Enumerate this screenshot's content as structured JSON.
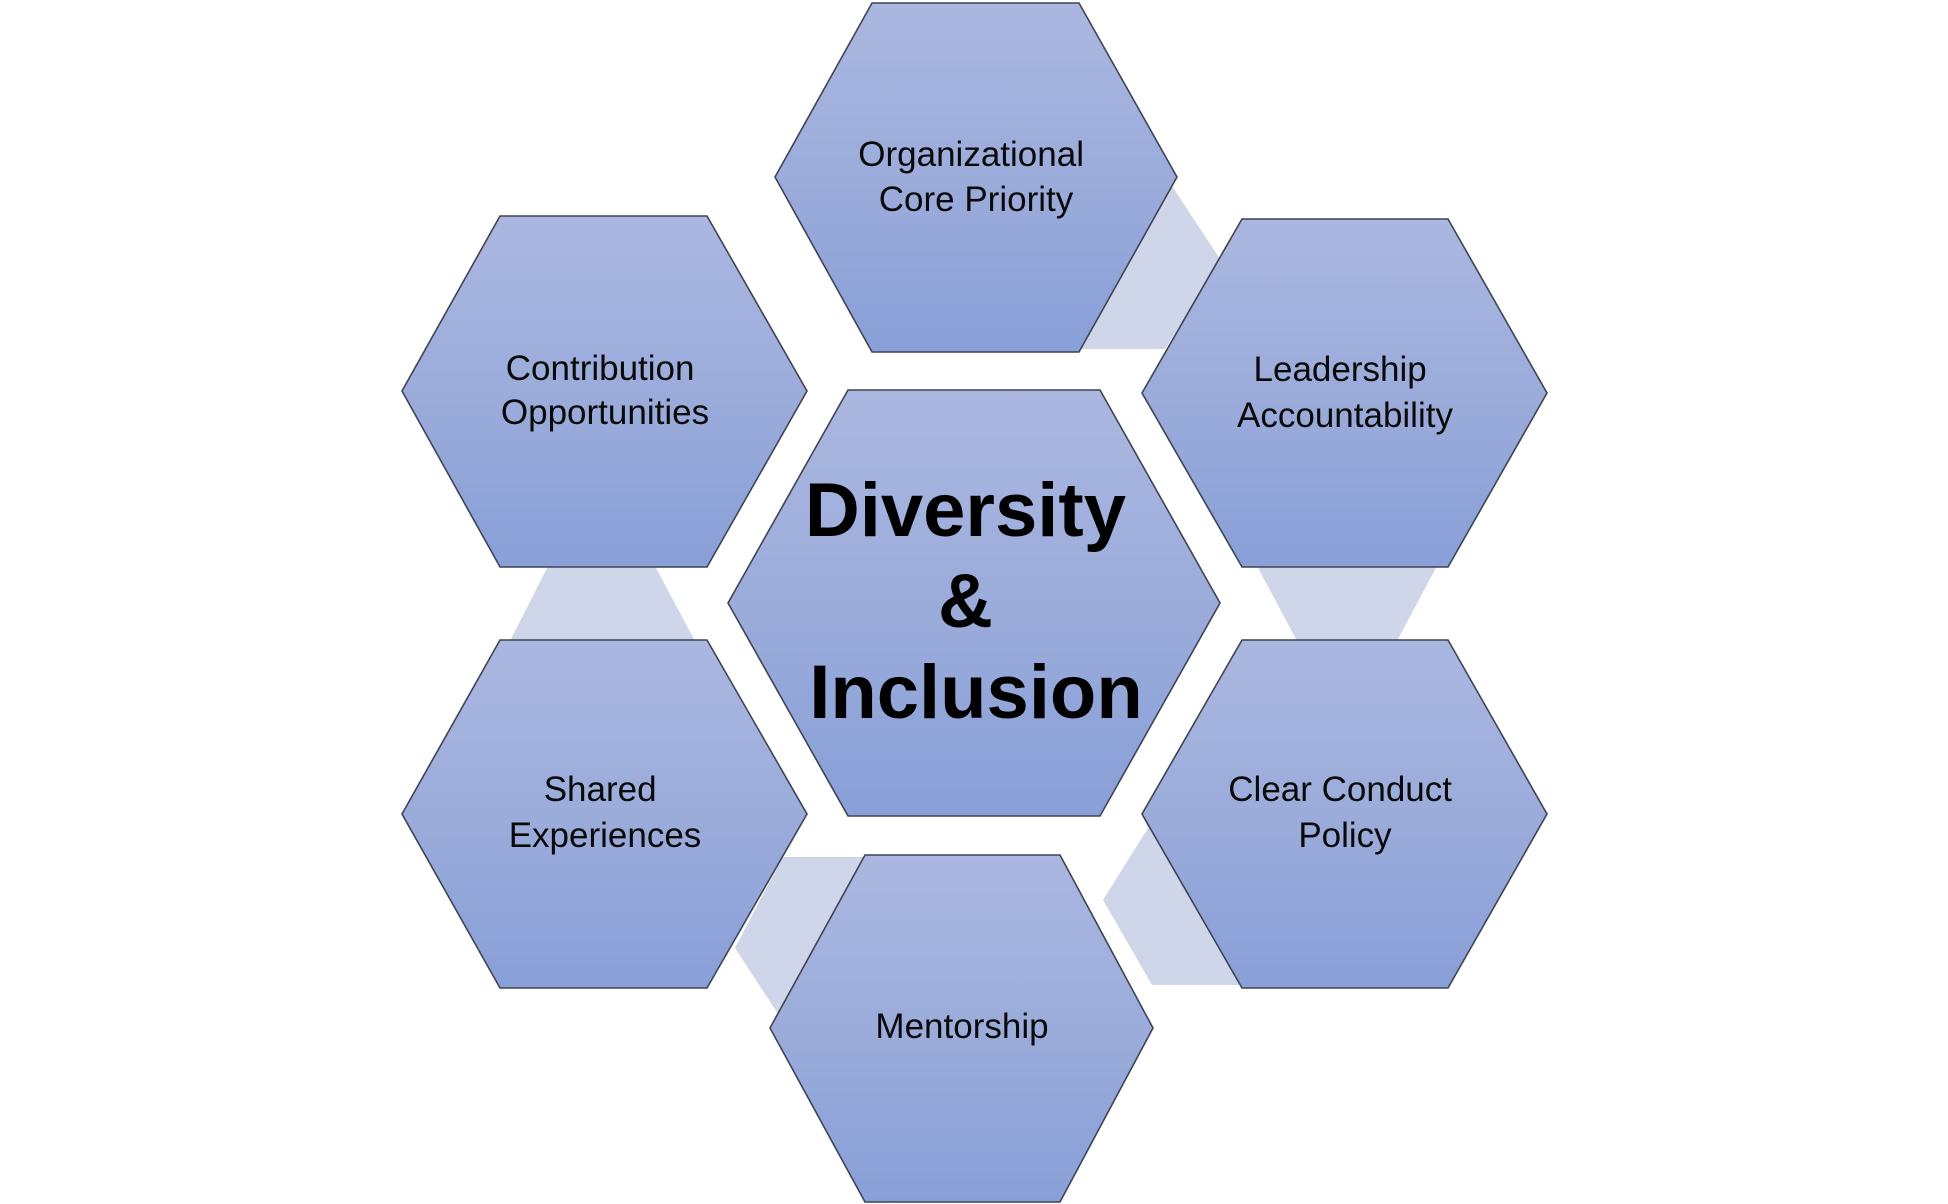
{
  "diagram": {
    "type": "hexagon-cluster",
    "colors": {
      "hex_fill_top": "#a9b6df",
      "hex_fill_bottom": "#889fd8",
      "hex_stroke": "#3d4452",
      "connector_fill": "#d0d6ea",
      "background": "#ffffff",
      "text": "#000000"
    },
    "center": {
      "lines": [
        "Diversity",
        "&",
        "Inclusion"
      ]
    },
    "nodes": [
      {
        "id": "organizational-core-priority",
        "position": "top",
        "lines": [
          "Organizational",
          "Core Priority"
        ]
      },
      {
        "id": "leadership-accountability",
        "position": "upper-right",
        "lines": [
          "Leadership",
          "Accountability"
        ]
      },
      {
        "id": "clear-conduct-policy",
        "position": "lower-right",
        "lines": [
          "Clear Conduct",
          "Policy"
        ]
      },
      {
        "id": "mentorship",
        "position": "bottom",
        "lines": [
          "Mentorship"
        ]
      },
      {
        "id": "shared-experiences",
        "position": "lower-left",
        "lines": [
          "Shared",
          "Experiences"
        ]
      },
      {
        "id": "contribution-opportunities",
        "position": "upper-left",
        "lines": [
          "Contribution",
          "Opportunities"
        ]
      }
    ],
    "connectors": [
      {
        "from": "organizational-core-priority",
        "to": "leadership-accountability"
      },
      {
        "from": "leadership-accountability",
        "to": "clear-conduct-policy"
      },
      {
        "from": "clear-conduct-policy",
        "to": "mentorship"
      },
      {
        "from": "mentorship",
        "to": "shared-experiences"
      },
      {
        "from": "shared-experiences",
        "to": "contribution-opportunities"
      }
    ]
  }
}
